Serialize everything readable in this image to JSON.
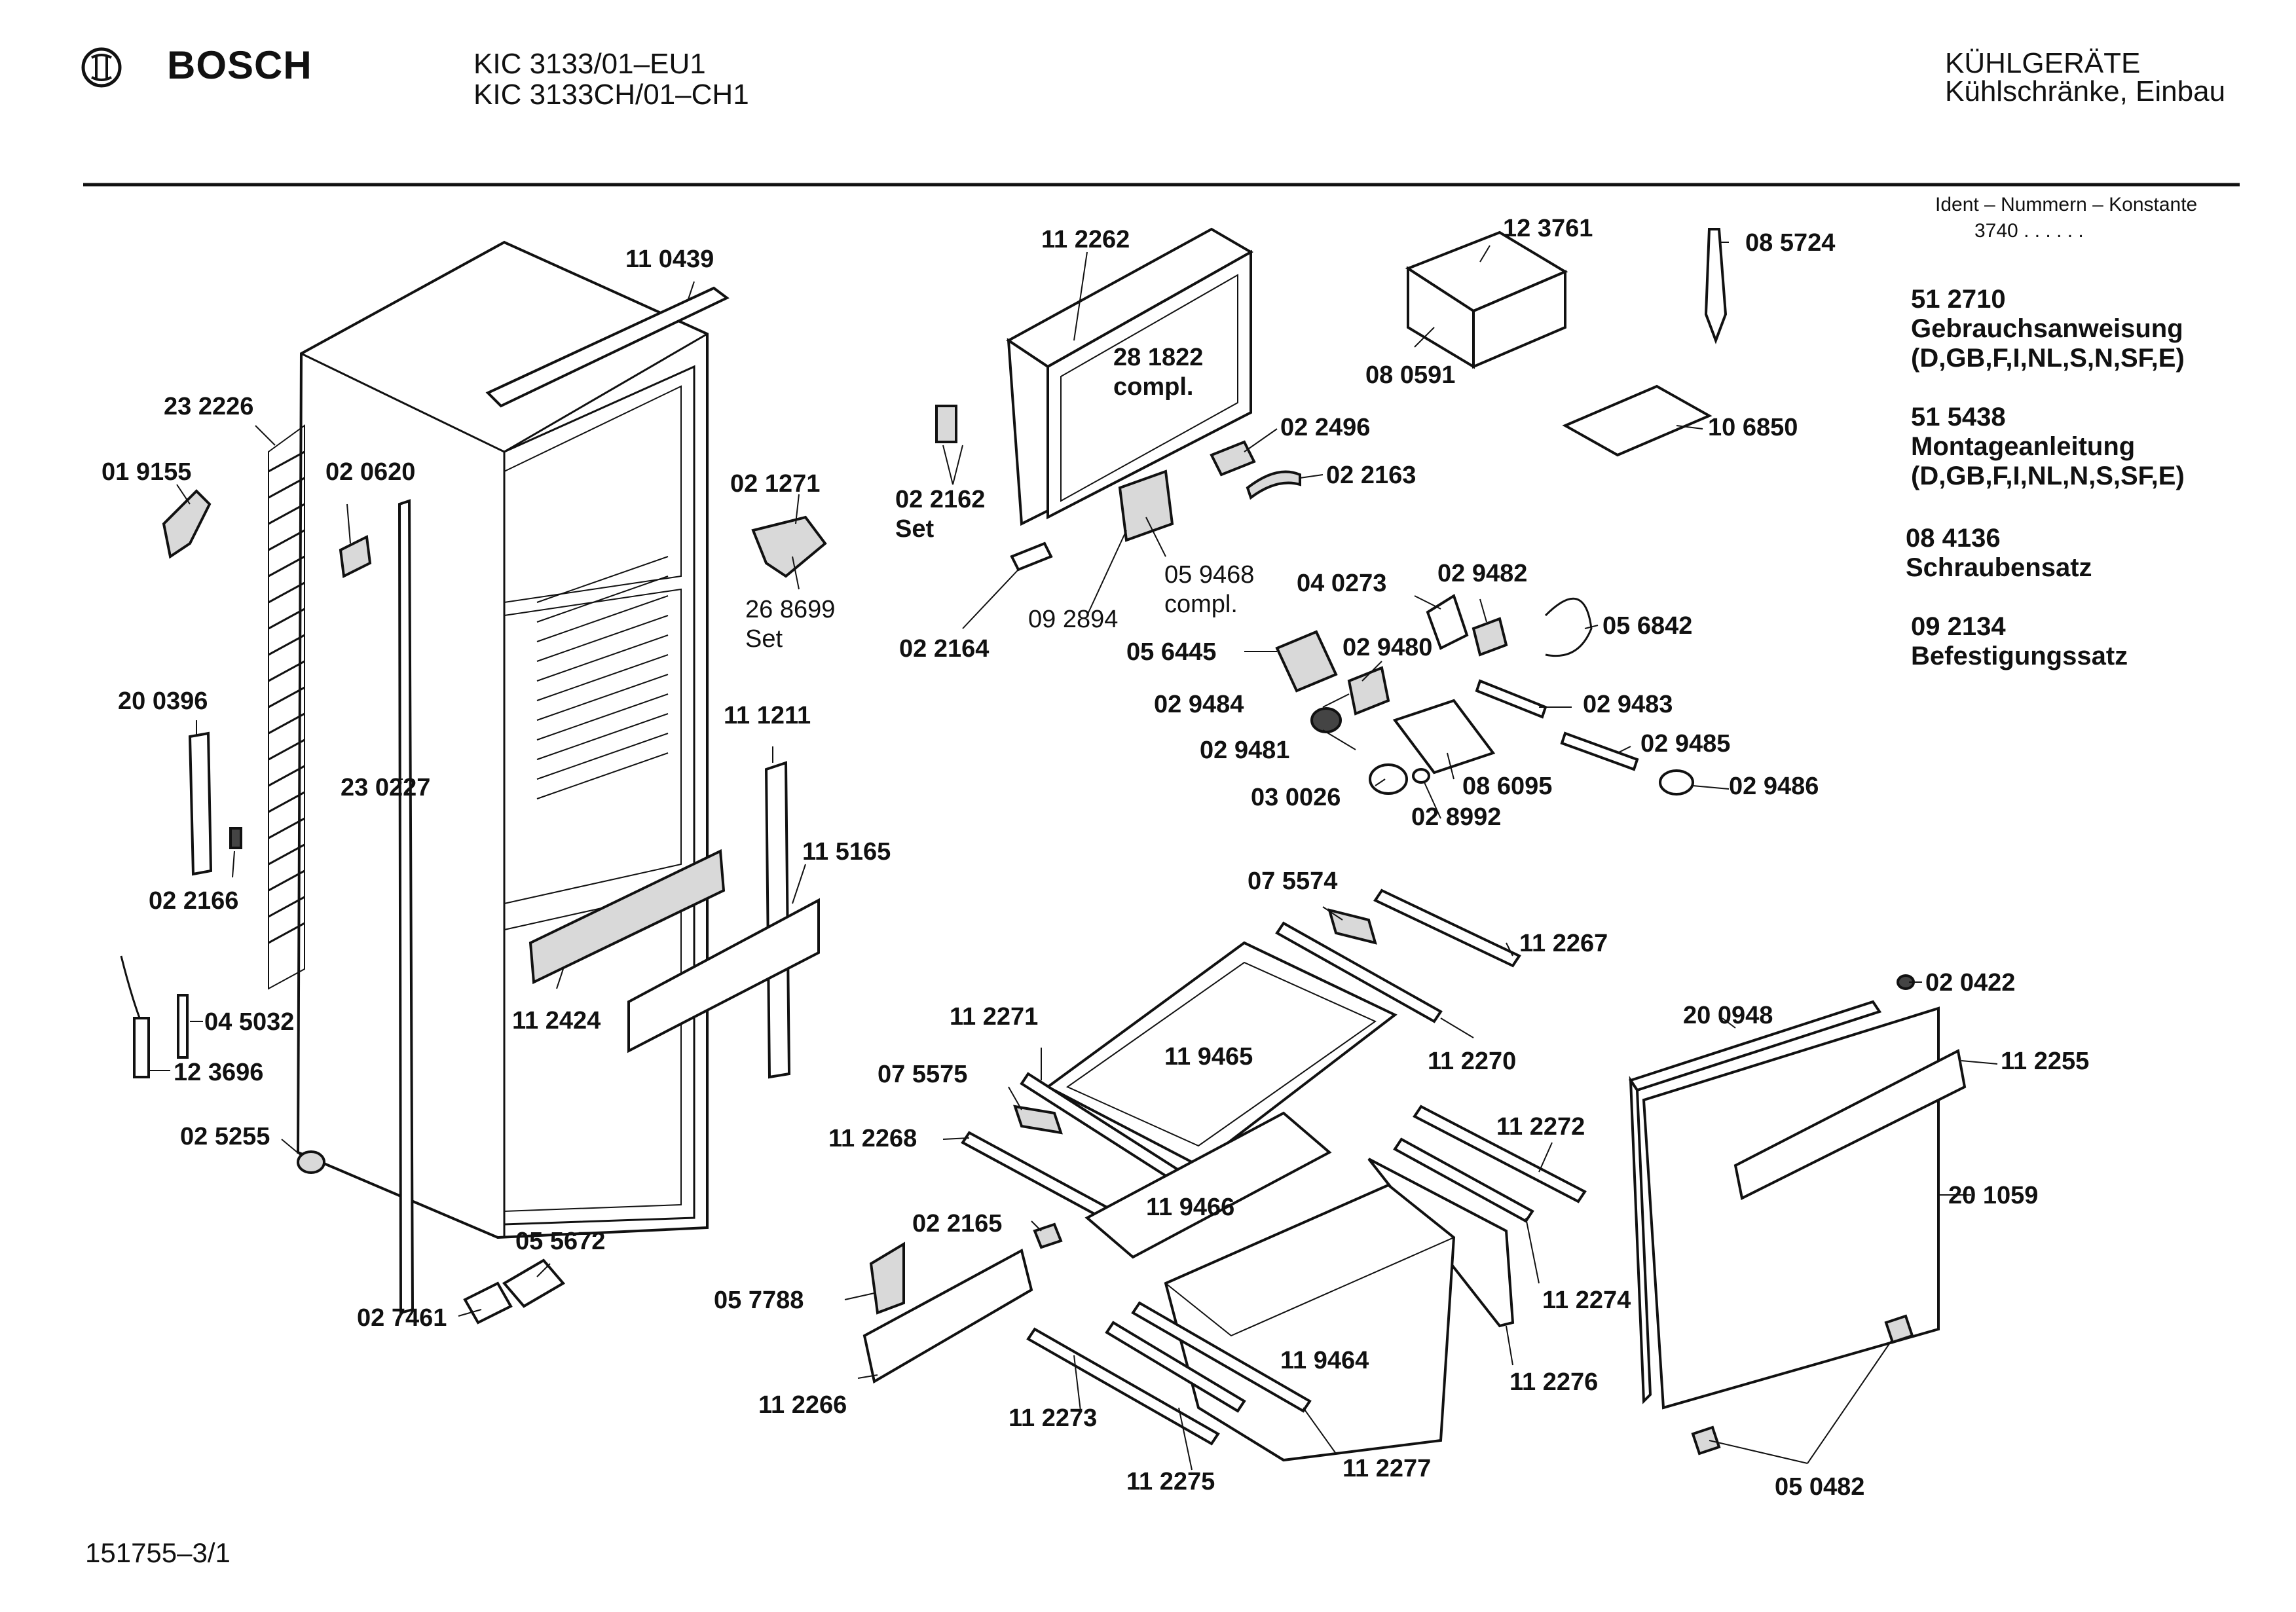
{
  "header": {
    "brand": "BOSCH",
    "models": [
      "KIC 3133/01–EU1",
      "KIC 3133CH/01–CH1"
    ],
    "category": "KÜHLGERÄTE",
    "subcategory": "Kühlschränke, Einbau"
  },
  "ident": {
    "title": "Ident – Nummern – Konstante",
    "value": "3740 . . . . . ."
  },
  "documents": [
    {
      "number": "51 2710",
      "name": "Gebrauchsanweisung",
      "langs": "(D,GB,F,I,NL,S,N,SF,E)"
    },
    {
      "number": "51 5438",
      "name": "Montageanleitung",
      "langs": "(D,GB,F,I,NL,N,S,SF,E)"
    },
    {
      "number": "08 4136",
      "name": "Schraubensatz"
    },
    {
      "number": "09 2134",
      "name": "Befestigungssatz"
    }
  ],
  "parts": [
    "11 0439",
    "23 2226",
    "01 9155",
    "02 0620",
    "02 1271",
    "26 8699",
    "Set",
    "20 0396",
    "02 2166",
    "23 0227",
    "11 1211",
    "11 5165",
    "04 5032",
    "12 3696",
    "11 2424",
    "02 5255",
    "05 5672",
    "02 7461",
    "11 2262",
    "28 1822",
    "compl.",
    "02 2162",
    "Set",
    "02 2164",
    "09 2894",
    "05 9468",
    "compl.",
    "02 2496",
    "02 2163",
    "12 3761",
    "08 5724",
    "08 0591",
    "10 6850",
    "04 0273",
    "02 9482",
    "05 6842",
    "05 6445",
    "02 9480",
    "02 9484",
    "02 9483",
    "02 9481",
    "02 9485",
    "03 0026",
    "08 6095",
    "02 9486",
    "02 8992",
    "07 5574",
    "11 2267",
    "11 2271",
    "11 9465",
    "11 2270",
    "07 5575",
    "11 2268",
    "11 9466",
    "11 2272",
    "02 2165",
    "05 7788",
    "11 2274",
    "11 9464",
    "11 2266",
    "11 2276",
    "11 2273",
    "11 2275",
    "11 2277",
    "02 0422",
    "20 0948",
    "11 2255",
    "20 1059",
    "05 0482"
  ],
  "footer": {
    "code": "151755–3/1"
  }
}
